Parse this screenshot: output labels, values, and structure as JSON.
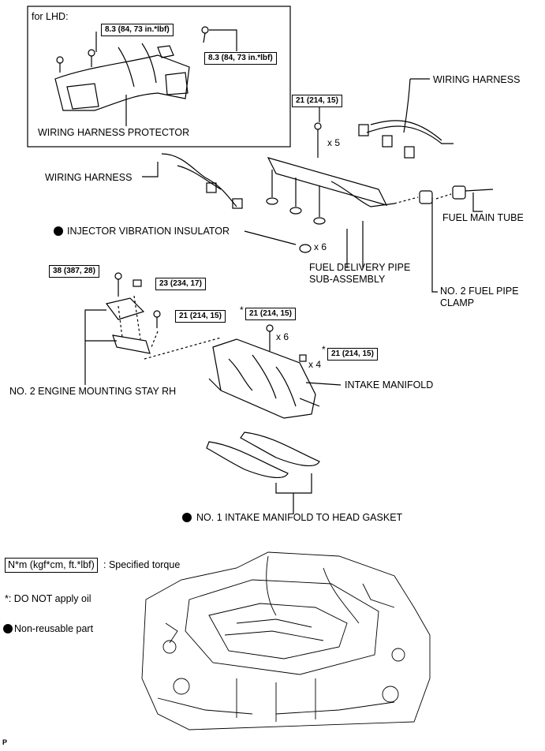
{
  "inset": {
    "title": "for LHD:",
    "torque_left": "8.3 (84, 73 in.*lbf)",
    "torque_right": "8.3 (84, 73 in.*lbf)",
    "label": "WIRING HARNESS PROTECTOR"
  },
  "labels": {
    "wiring_harness_right": "WIRING HARNESS",
    "wiring_harness_left": "WIRING HARNESS",
    "injector_insulator": "INJECTOR VIBRATION INSULATOR",
    "fuel_delivery_pipe_1": "FUEL DELIVERY PIPE",
    "fuel_delivery_pipe_2": "SUB-ASSEMBLY",
    "fuel_main_tube": "FUEL MAIN TUBE",
    "fuel_pipe_clamp_1": "NO. 2 FUEL PIPE",
    "fuel_pipe_clamp_2": "CLAMP",
    "engine_mounting_stay": "NO. 2 ENGINE MOUNTING STAY RH",
    "intake_manifold": "INTAKE MANIFOLD",
    "head_gasket": "NO. 1 INTAKE MANIFOLD TO HEAD GASKET"
  },
  "torques": {
    "delivery_pipe": "21 (214, 15)",
    "stay_bolt_1": "38 (387, 28)",
    "stay_nut": "23 (234, 17)",
    "stay_bolt_2": "21 (214, 15)",
    "manifold_bolt": "21 (214, 15)",
    "manifold_nut": "21 (214, 15)"
  },
  "quantities": {
    "delivery_pipe_bolts": "x 5",
    "insulators": "x 6",
    "manifold_bolts": "x 6",
    "manifold_nuts": "x 4"
  },
  "asterisk": "*",
  "legend": {
    "torque_box": "N*m (kgf*cm, ft.*lbf)",
    "torque_desc": ": Specified torque",
    "no_oil": "*: DO NOT apply oil",
    "non_reusable": "Non-reusable part"
  },
  "footer_code": "P"
}
